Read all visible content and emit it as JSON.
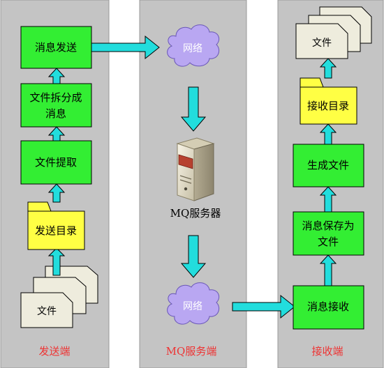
{
  "columns": {
    "sender": "发送端",
    "server": "MQ服务端",
    "receiver": "接收端"
  },
  "sender": {
    "files_label": "文件",
    "send_dir_label": "发送目录",
    "extract_label": "文件提取",
    "split_label": [
      "文件拆分成",
      "消息"
    ],
    "send_label": "消息发送"
  },
  "server": {
    "net_top_label": "网络",
    "server_label": "MQ服务器",
    "net_bottom_label": "网络"
  },
  "receiver": {
    "recv_msg_label": "消息接收",
    "save_label": [
      "消息保存为",
      "文件"
    ],
    "gen_file_label": "生成文件",
    "recv_dir_label": "接收目录",
    "files_label": "文件"
  },
  "colors": {
    "panel": "#c4c4c4",
    "process_box": "#33ee33",
    "folder": "#ffff44",
    "document": "#eeecdd",
    "arrow": "#22dddd",
    "cloud": "#b9a7f2",
    "column_label": "#ee3333"
  }
}
